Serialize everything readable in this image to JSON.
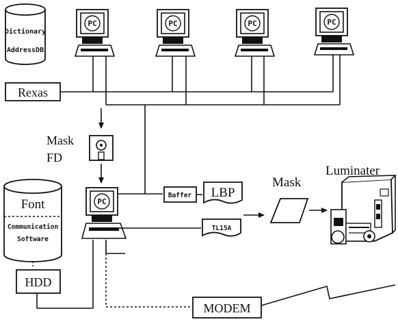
{
  "database": {
    "line1": "Dictionary",
    "line2": "AddressDB"
  },
  "pc_label": "PC",
  "rexas": "Rexas",
  "mask_fd": {
    "line1": "Mask",
    "line2": "FD"
  },
  "font_db": {
    "title": "Font",
    "line1": "Communication",
    "line2": "Software"
  },
  "hdd": "HDD",
  "modem": "MODEM",
  "buffer": "Baffer",
  "lbp": "LBP",
  "tl": "TL15A",
  "mask": "Mask",
  "luminater": "Luminater"
}
